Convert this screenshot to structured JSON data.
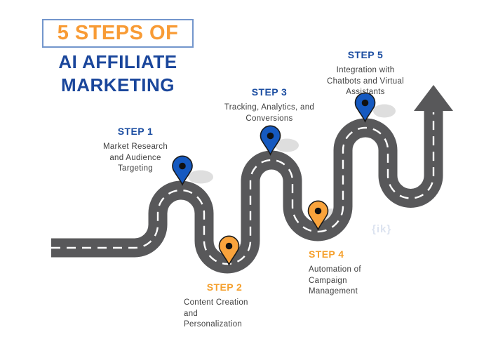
{
  "title": {
    "badge": "5 STEPS OF",
    "line1": "AI AFFILIATE",
    "line2": "MARKETING"
  },
  "steps": [
    {
      "label": "STEP 1",
      "pin_color": "#1559C0",
      "label_color": "#1B4DA1",
      "lines": [
        "Market Research",
        "and Audience",
        "Targeting"
      ]
    },
    {
      "label": "STEP 2",
      "pin_color": "#F9A33C",
      "label_color": "#F5A02D",
      "lines": [
        "Content Creation",
        "and",
        "Personalization"
      ]
    },
    {
      "label": "STEP 3",
      "pin_color": "#1559C0",
      "label_color": "#1B4DA1",
      "lines": [
        "Tracking, Analytics, and",
        "Conversions"
      ]
    },
    {
      "label": "STEP 4",
      "pin_color": "#F9A33C",
      "label_color": "#F5A02D",
      "lines": [
        "Automation of",
        "Campaign",
        "Management"
      ]
    },
    {
      "label": "STEP 5",
      "pin_color": "#1559C0",
      "label_color": "#1B4DA1",
      "lines": [
        "Integration with",
        "Chatbots and Virtual",
        "Assistants"
      ]
    }
  ],
  "watermark": "{ik}",
  "colors": {
    "title_badge_text": "#F89B35",
    "title_badge_border": "#7396CC",
    "title_text": "#1A469B",
    "road": "#58585A",
    "road_dash": "#FFFFFF",
    "pin_outline": "#1A1A1A",
    "pin_dot": "#111111",
    "shadow": "#DEDEDE",
    "body_text": "#414141",
    "watermark_color": "#DCE3F0"
  }
}
